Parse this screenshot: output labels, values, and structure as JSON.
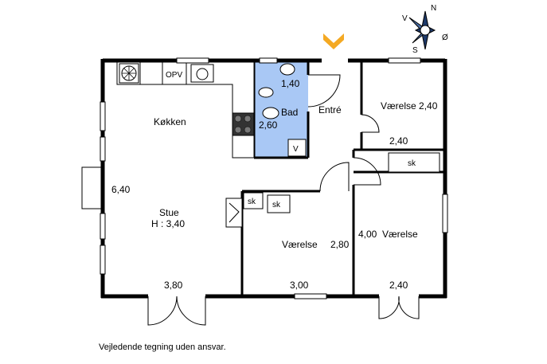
{
  "rooms": {
    "kitchen": "Køkken",
    "living": "Stue",
    "living_height": "H : 3,40",
    "bath": "Bad",
    "entrance": "Entré",
    "room1": "Værelse 2,40",
    "room2": "Værelse",
    "room3": "Værelse"
  },
  "dimensions": {
    "bath_top": "1,40",
    "bath_side": "2,60",
    "room1_bottom": "2,40",
    "living_side": "6,40",
    "living_bottom": "3,80",
    "room2_side": "2,80",
    "room2_bottom": "3,00",
    "room3_side": "4,00",
    "room3_bottom": "2,40"
  },
  "fixtures": {
    "opv": "OPV",
    "v": "V",
    "sk1": "sk",
    "sk2": "sk",
    "sk3": "sk"
  },
  "compass": {
    "n": "N",
    "s": "S",
    "e": "Ø",
    "w": "V"
  },
  "colors": {
    "bath_fill": "#a9c8f5",
    "entry_marker": "#f4a923"
  },
  "disclaimer": "Vejledende tegning uden ansvar."
}
